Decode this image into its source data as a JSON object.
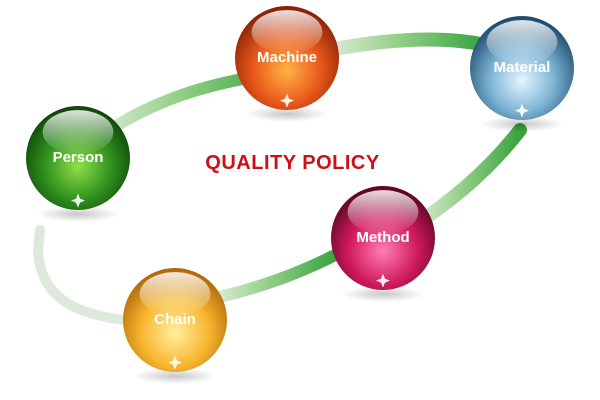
{
  "title": "QUALITY POLICY",
  "colors": {
    "title": "#cc1016",
    "track": "#5dbb63"
  },
  "nodes": [
    {
      "id": "person",
      "label": "Person",
      "color": "green"
    },
    {
      "id": "machine",
      "label": "Machine",
      "color": "orange"
    },
    {
      "id": "material",
      "label": "Material",
      "color": "blue"
    },
    {
      "id": "method",
      "label": "Method",
      "color": "magenta"
    },
    {
      "id": "chain",
      "label": "Chain",
      "color": "yellow"
    }
  ]
}
